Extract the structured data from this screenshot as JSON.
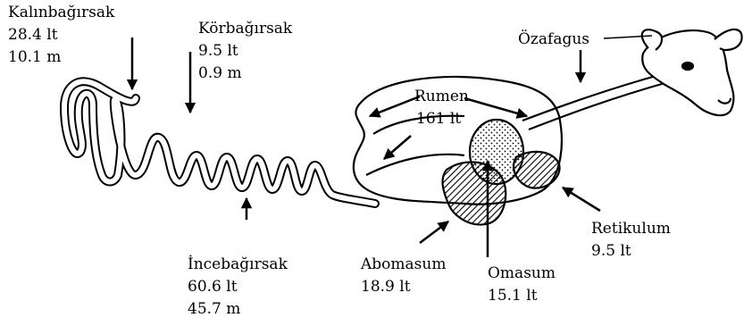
{
  "labels": {
    "kalinbagirsak": {
      "name": "Kalınbağırsak",
      "volume": "28.4 lt",
      "length": "10.1 m"
    },
    "korbagirsak": {
      "name": "Körbağırsak",
      "volume": "9.5 lt",
      "length": "0.9 m"
    },
    "incebagirsak": {
      "name": "İncebağırsak",
      "volume": "60.6 lt",
      "length": "45.7 m"
    },
    "ozafagus": {
      "name": "Özafagus"
    },
    "rumen": {
      "name": "Rumen",
      "volume": "161 lt"
    },
    "retikulum": {
      "name": "Retikulum",
      "volume": "9.5 lt"
    },
    "abomasum": {
      "name": "Abomasum",
      "volume": "18.9 lt"
    },
    "omasum": {
      "name": "Omasum",
      "volume": "15.1 lt"
    }
  },
  "colors": {
    "line": "#000000",
    "background": "#ffffff"
  }
}
